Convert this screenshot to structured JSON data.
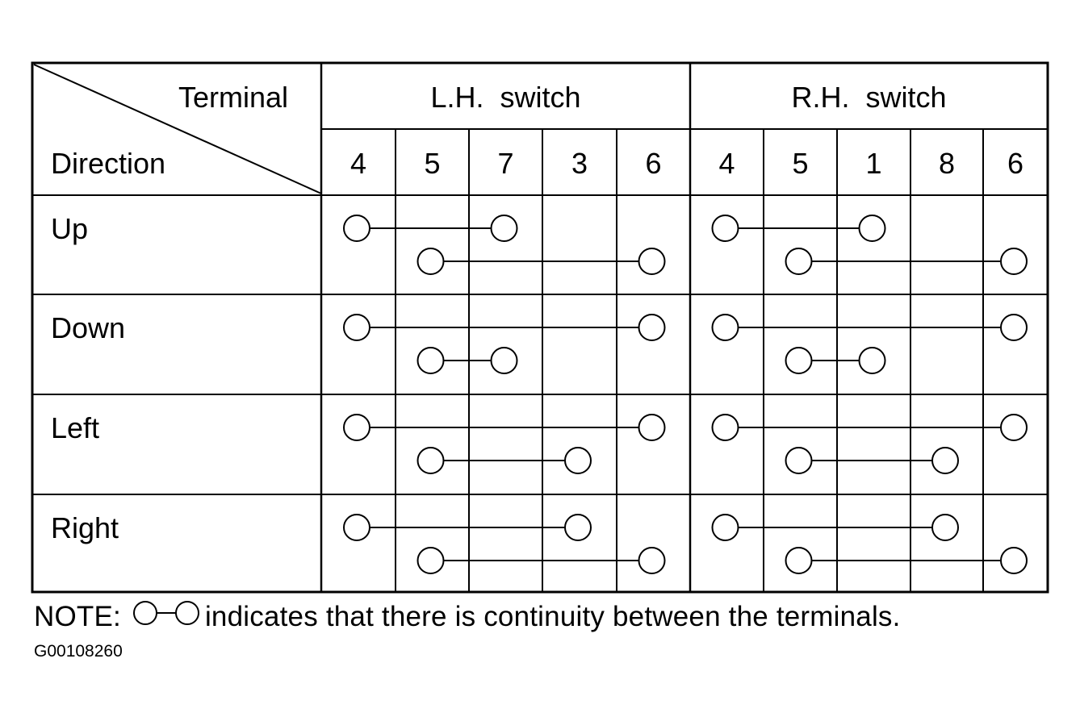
{
  "header": {
    "terminal_label": "Terminal",
    "direction_label": "Direction"
  },
  "groups": [
    {
      "name": "L.H.  switch",
      "terminals": [
        "4",
        "5",
        "7",
        "3",
        "6"
      ]
    },
    {
      "name": "R.H.  switch",
      "terminals": [
        "4",
        "5",
        "1",
        "8",
        "6"
      ]
    }
  ],
  "rows": [
    {
      "label": "Up",
      "lh": [
        {
          "from": "4",
          "to": "7"
        },
        {
          "from": "5",
          "to": "6"
        }
      ],
      "rh": [
        {
          "from": "4",
          "to": "1"
        },
        {
          "from": "5",
          "to": "6"
        }
      ]
    },
    {
      "label": "Down",
      "lh": [
        {
          "from": "4",
          "to": "6"
        },
        {
          "from": "5",
          "to": "7"
        }
      ],
      "rh": [
        {
          "from": "4",
          "to": "6"
        },
        {
          "from": "5",
          "to": "1"
        }
      ]
    },
    {
      "label": "Left",
      "lh": [
        {
          "from": "4",
          "to": "6"
        },
        {
          "from": "5",
          "to": "3"
        }
      ],
      "rh": [
        {
          "from": "4",
          "to": "6"
        },
        {
          "from": "5",
          "to": "8"
        }
      ]
    },
    {
      "label": "Right",
      "lh": [
        {
          "from": "4",
          "to": "3"
        },
        {
          "from": "5",
          "to": "6"
        }
      ],
      "rh": [
        {
          "from": "4",
          "to": "8"
        },
        {
          "from": "5",
          "to": "6"
        }
      ]
    }
  ],
  "note": {
    "prefix": "NOTE:",
    "text": "indicates that there is continuity between the terminals."
  },
  "figure_code": "G00108260"
}
